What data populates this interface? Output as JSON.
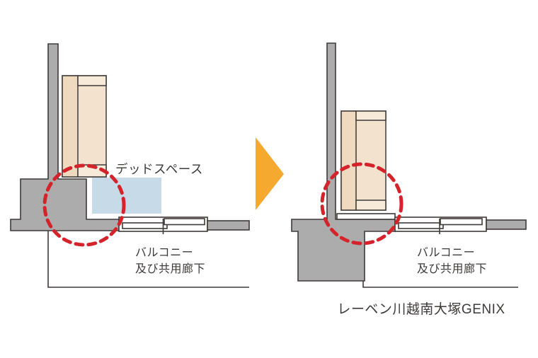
{
  "diagram": {
    "before": {
      "dead_space_label": "デッドスペース",
      "area_label_line1": "バルコニー",
      "area_label_line2": "及び共用廊下"
    },
    "after": {
      "area_label_line1": "バルコニー",
      "area_label_line2": "及び共用廊下"
    },
    "caption": "レーベン川越南大塚GENIX",
    "colors": {
      "background": "#ffffff",
      "wall": "#acacac",
      "outline": "#3e3a39",
      "furniture_main": "#f3e2cd",
      "furniture_side": "#efd9bf",
      "furniture_light": "#f7ead8",
      "dead_space": "#c7dae7",
      "highlight": "#d4232b",
      "arrow": "#f6a92f",
      "text": "#3e3a39"
    }
  }
}
